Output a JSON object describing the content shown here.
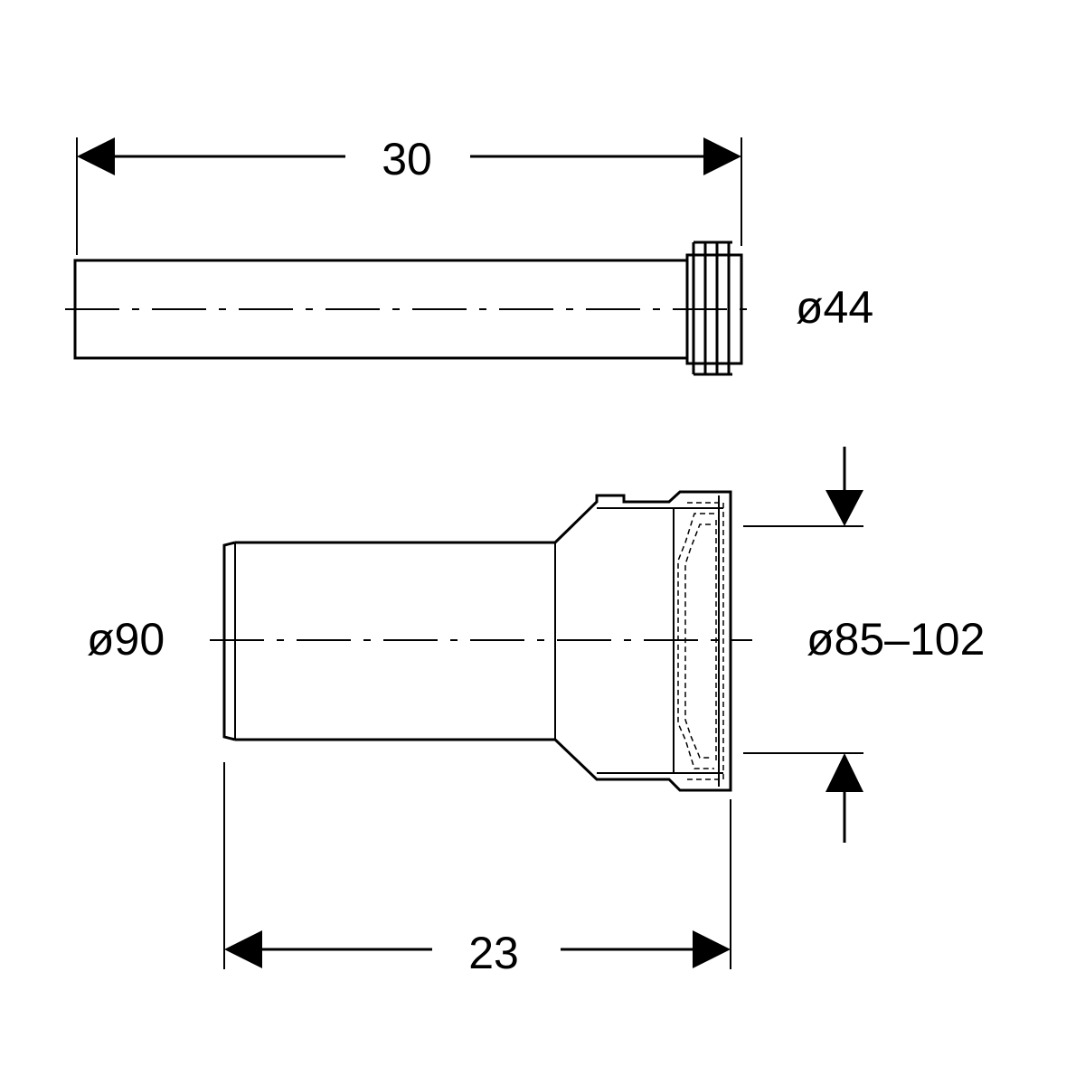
{
  "labels": {
    "pipe_length": "30",
    "pipe_diameter": "ø44",
    "connector_diameter": "ø90",
    "seal_range": "ø85–102",
    "connector_length": "23"
  },
  "colors": {
    "line": "#000000",
    "background": "#ffffff"
  }
}
